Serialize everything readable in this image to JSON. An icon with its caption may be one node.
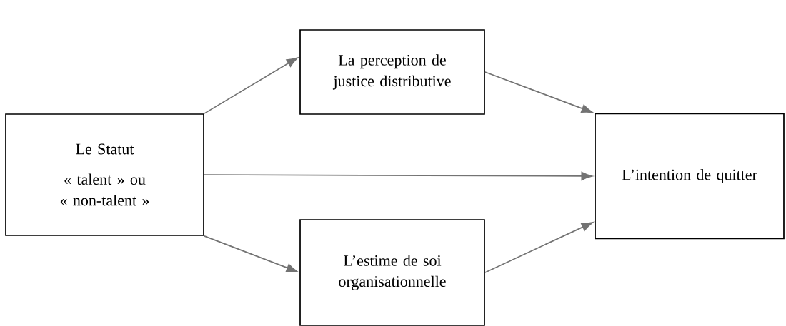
{
  "diagram": {
    "nodes": [
      {
        "text": [
          "Le Statut",
          "« talent » ou « non-talent »"
        ]
      },
      {
        "text": [
          "La perception de justice distributive"
        ]
      },
      {
        "text": [
          "L’estime de soi organisationnelle"
        ]
      },
      {
        "text": [
          "L’intention de quitter"
        ]
      }
    ],
    "edges": [
      {
        "from": 0,
        "to": 1,
        "arrow": "to"
      },
      {
        "from": 1,
        "to": 3,
        "arrow": "to"
      },
      {
        "from": 0,
        "to": 3,
        "arrow": "to"
      },
      {
        "from": 0,
        "to": 2,
        "arrow": "to"
      },
      {
        "from": 2,
        "to": 3,
        "arrow": "to"
      }
    ]
  }
}
